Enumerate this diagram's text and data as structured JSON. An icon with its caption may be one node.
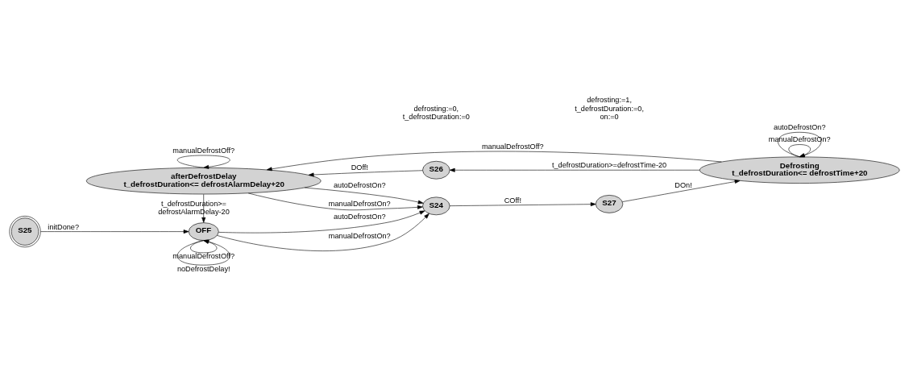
{
  "diagram": {
    "nodes": [
      {
        "text": [
          "S25"
        ]
      },
      {
        "text": [
          "OFF"
        ]
      },
      {
        "text": [
          "S24"
        ]
      },
      {
        "text": [
          "S27"
        ]
      },
      {
        "text": [
          "Defrosting",
          "t_defrostDuration<= defrostTime+20"
        ]
      },
      {
        "text": [
          "S26"
        ]
      },
      {
        "text": [
          "afterDefrostDelay",
          "t_defrostDuration<= defrostAlarmDelay+20"
        ]
      }
    ],
    "edges": [
      {
        "from": 0,
        "to": 1,
        "arrow": "to",
        "label": "initDone?"
      },
      {
        "from": 1,
        "to": 1,
        "arrow": "to",
        "label": "manualDefrostOff?"
      },
      {
        "from": 1,
        "to": 1,
        "arrow": "to",
        "label": "noDefrostDelay!"
      },
      {
        "from": 1,
        "to": 2,
        "arrow": "to",
        "label": "autoDefrostOn?"
      },
      {
        "from": 1,
        "to": 2,
        "arrow": "to",
        "label": "manualDefrostOn?"
      },
      {
        "from": 2,
        "to": 3,
        "arrow": "to",
        "label": "COff!"
      },
      {
        "from": 3,
        "to": 4,
        "arrow": "to",
        "label": "DOn!"
      },
      {
        "from": 4,
        "to": 4,
        "arrow": "to",
        "label": "manualDefrostOn?"
      },
      {
        "from": 4,
        "to": 4,
        "arrow": "to",
        "label": "autoDefrostOn?"
      },
      {
        "from": 4,
        "to": 5,
        "arrow": "to",
        "label": "t_defrostDuration>=defrostTime-20"
      },
      {
        "from": 4,
        "to": 6,
        "arrow": "to",
        "label": "manualDefrostOff?"
      },
      {
        "from": 5,
        "to": 6,
        "arrow": "to",
        "label": "DOff!"
      },
      {
        "from": 6,
        "to": 6,
        "arrow": "to",
        "label": "manualDefrostOff?"
      },
      {
        "from": 6,
        "to": 1,
        "arrow": "to",
        "label": "t_defrostDuration>= defrostAlarmDelay-20"
      },
      {
        "from": 6,
        "to": 2,
        "arrow": "to",
        "label": "autoDefrostOn?"
      },
      {
        "from": 6,
        "to": 2,
        "arrow": "to",
        "label": "manualDefrostOn?"
      }
    ],
    "labels": [
      "defrosting:=1, t_defrostDuration:=0, on:=0",
      "defrosting:=0, t_defrostDuration:=0"
    ]
  }
}
